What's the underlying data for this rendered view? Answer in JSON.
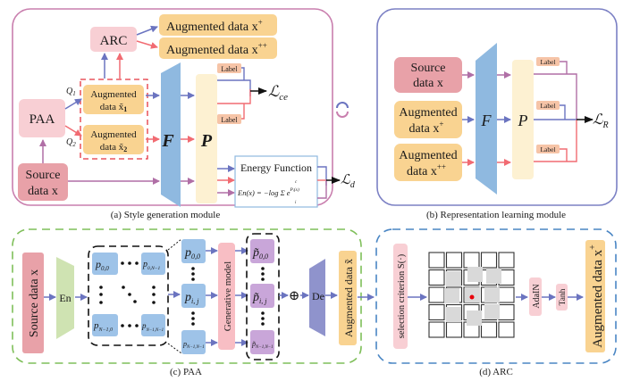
{
  "colors": {
    "panel_a_border": "#c97fae",
    "panel_b_border": "#7b80c4",
    "panel_c_border": "#7fbf5a",
    "panel_d_border": "#4a86c4",
    "blue_arrow": "#6b74c0",
    "red_arrow": "#f16b72",
    "purple_arrow": "#b06fa6",
    "orange_box": "#f9d391",
    "pink_box": "#f8cfd4",
    "source_box": "#e8a1a8",
    "encoder_blue": "#8fb9e0",
    "predictor_yellow": "#fdf1d2",
    "patch_blue": "#9ec3e8",
    "patch_purple": "#c9a6d9",
    "en_green": "#cfe3b2",
    "de_purple": "#8f93cc",
    "label_box": "#f6c4a7"
  },
  "panel_a": {
    "caption": "(a) Style generation module",
    "arc": "ARC",
    "aug_plus": "Augmented data x",
    "aug_plus_sup": "+",
    "aug_plusplus": "Augmented data x",
    "aug_plusplus_sup": "++",
    "paa": "PAA",
    "q1": "Q",
    "q1_sub": "1",
    "q2": "Q",
    "q2_sub": "2",
    "aug1_line1": "Augmented",
    "aug1_line2": "data x̃",
    "aug1_sub": "1",
    "aug2_line1": "Augmented",
    "aug2_line2": "data x̃",
    "aug2_sub": "2",
    "source_line1": "Source",
    "source_line2": "data x",
    "encoder": "F",
    "predictor": "P",
    "label": "Label",
    "loss_ce": "ℒ",
    "loss_ce_sub": "ce",
    "energy_title": "Energy Function",
    "energy_formula": "En(x) = −log Σ e",
    "energy_sup": "Pᵢ(x)",
    "energy_sum_top": "c",
    "energy_sum_bottom": "i",
    "loss_d": "ℒ",
    "loss_d_sub": "d"
  },
  "panel_b": {
    "caption": "(b) Representation learning module",
    "source_line1": "Source",
    "source_line2": "data x",
    "aug_plus_line1": "Augmented",
    "aug_plus_line2": "data x",
    "aug_plus_sup": "+",
    "aug_pp_line1": "Augmented",
    "aug_pp_line2": "data x",
    "aug_pp_sup": "++",
    "encoder": "F",
    "predictor": "P",
    "label": "Label",
    "loss_r": "ℒ",
    "loss_r_sub": "R"
  },
  "panel_c": {
    "caption": "(c) PAA",
    "source": "Source data x",
    "en": "En",
    "patches": {
      "p00": "p",
      "p00_sub": "0,0",
      "p0n": "p",
      "p0n_sub": "0,N−1",
      "pn0": "p",
      "pn0_sub": "N−1,0",
      "pnn": "p",
      "pnn_sub": "N−1,N−1",
      "pij": "p",
      "pij_sub": "i, j"
    },
    "generative": "Generative model",
    "tilde_patches": {
      "t00": "p̃",
      "t00_sub": "0,0",
      "tij": "p̃",
      "tij_sub": "i, j",
      "tnn": "p̃",
      "tnn_sub": "N−1,N−1"
    },
    "oplus": "⊕",
    "de": "De",
    "aug": "Augmented data x̃"
  },
  "panel_d": {
    "caption": "(d) ARC",
    "selection": "selection criterion S(·)",
    "adain": "AdaIN",
    "tanh": "Tanh",
    "aug": "Augmented data x",
    "aug_sup": "+"
  },
  "cycle_icon": "cycle-arrows-icon"
}
